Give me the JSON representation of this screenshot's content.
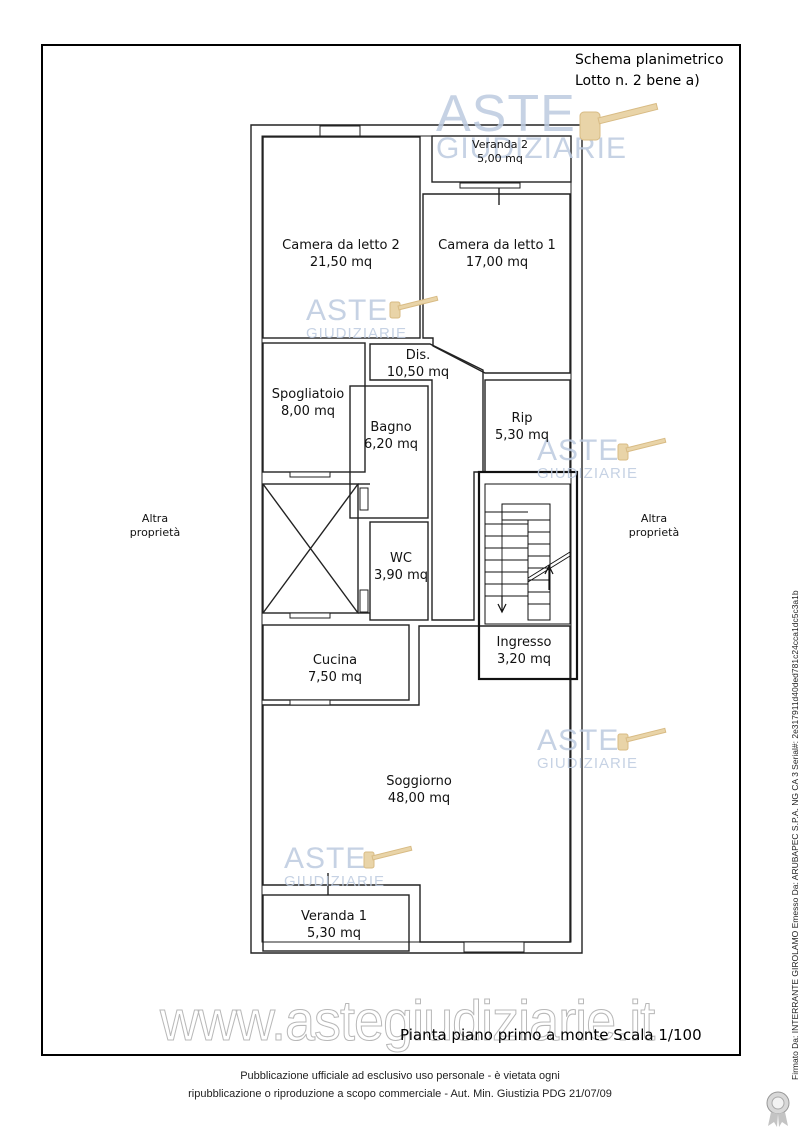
{
  "header": {
    "line1": "Schema planimetrico",
    "line2": "Lotto n. 2 bene a)"
  },
  "rooms": [
    {
      "id": "veranda-2",
      "name": "Veranda 2",
      "area": "5,00 mq"
    },
    {
      "id": "camera-2",
      "name": "Camera da letto 2",
      "area": "21,50 mq"
    },
    {
      "id": "camera-1",
      "name": "Camera da letto 1",
      "area": "17,00 mq"
    },
    {
      "id": "dis",
      "name": "Dis.",
      "area": "10,50 mq"
    },
    {
      "id": "spogliatoio",
      "name": "Spogliatoio",
      "area": "8,00 mq"
    },
    {
      "id": "bagno",
      "name": "Bagno",
      "area": "6,20 mq"
    },
    {
      "id": "rip",
      "name": "Rip",
      "area": "5,30 mq"
    },
    {
      "id": "wc",
      "name": "WC",
      "area": "3,90 mq"
    },
    {
      "id": "ingresso",
      "name": "Ingresso",
      "area": "3,20 mq"
    },
    {
      "id": "cucina",
      "name": "Cucina",
      "area": "7,50 mq"
    },
    {
      "id": "soggiorno",
      "name": "Soggiorno",
      "area": "48,00 mq"
    },
    {
      "id": "veranda-1",
      "name": "Veranda 1",
      "area": "5,30 mq"
    }
  ],
  "neighbors": {
    "left_line1": "Altra",
    "left_line2": "proprietà",
    "right_line1": "Altra",
    "right_line2": "proprietà"
  },
  "plan_title": "Pianta piano primo a monte Scala 1/100",
  "watermark": {
    "line1": "ASTE",
    "line2": "GIUDIZIARIE",
    "site": "www.astegiudiziarie.it"
  },
  "footer": {
    "line1": "Pubblicazione ufficiale ad esclusivo uso personale - è vietata ogni",
    "line2": "ripubblicazione o riproduzione a scopo commerciale - Aut. Min. Giustizia PDG 21/07/09"
  },
  "signature": "Firmato Da: INTERRANTE GIROLAMO Emesso Da: ARUBAPEC S.P.A. NG CA 3 Serial#: 2e317911d40ded781c24cca1dc5c3a1b",
  "colors": {
    "watermark": "#bdcbe0",
    "ink": "#111111"
  }
}
